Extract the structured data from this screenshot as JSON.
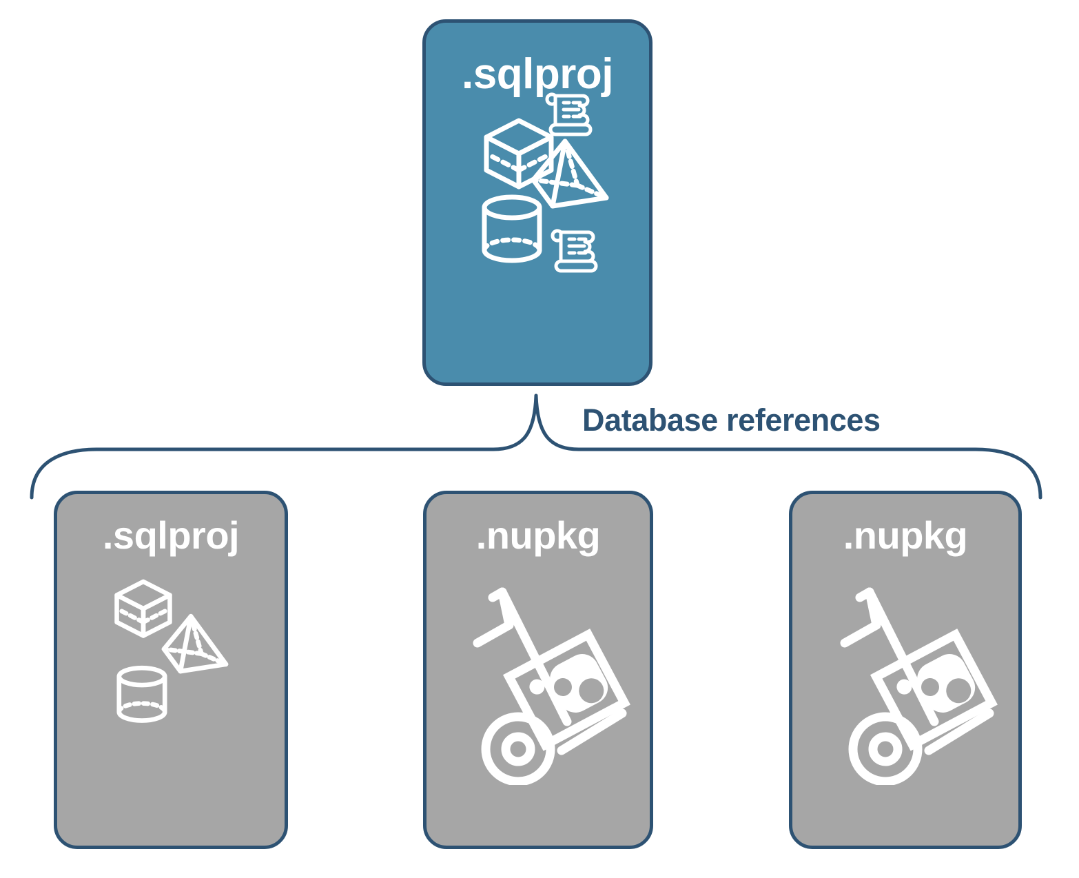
{
  "diagram": {
    "title_text": "",
    "colors": {
      "primary_fill": "#4a8cac",
      "secondary_fill": "#a6a6a6",
      "stroke": "#2d5273",
      "label_text": "#2d5273",
      "node_text": "#ffffff",
      "background": "#ffffff"
    },
    "connector": {
      "type": "curly-brace",
      "label": "Database references"
    },
    "root": {
      "id": "root-sqlproj",
      "label": ".sqlproj",
      "kind": "primary",
      "icons": [
        "cube-icon",
        "scroll-icon",
        "pyramid-icon",
        "cylinder-icon",
        "scroll-icon"
      ]
    },
    "children": [
      {
        "id": "ref-sqlproj",
        "label": ".sqlproj",
        "kind": "secondary",
        "icons": [
          "cube-icon",
          "pyramid-icon",
          "cylinder-icon"
        ]
      },
      {
        "id": "ref-nupkg-1",
        "label": ".nupkg",
        "kind": "secondary",
        "icons": [
          "hand-truck-package-icon"
        ]
      },
      {
        "id": "ref-nupkg-2",
        "label": ".nupkg",
        "kind": "secondary",
        "icons": [
          "hand-truck-package-icon"
        ]
      }
    ]
  }
}
